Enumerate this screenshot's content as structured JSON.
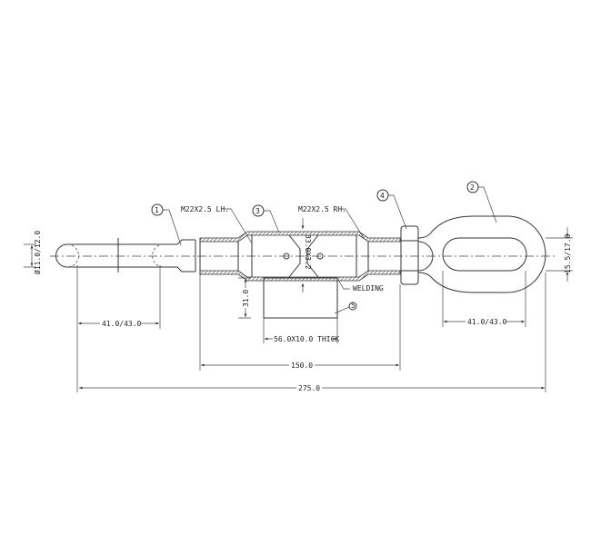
{
  "callouts": {
    "part1": "1",
    "part2": "2",
    "part3": "3",
    "part4": "4",
    "part5": "5"
  },
  "labels": {
    "thread_left": "M22X2.5 LH.",
    "thread_right": "M22X2.5 RH.",
    "welding": "WELDING",
    "body_section": "33.0X3.2",
    "plate": "56.0X10.0 THICK"
  },
  "dimensions": {
    "rod_diameter": "Ø11.0/12.0",
    "left_eye_length": "41.0/43.0",
    "right_eye_length": "41.0/43.0",
    "eye_width": "15.5/17.0",
    "plate_height": "31.0",
    "body_length": "150.0",
    "overall_length": "275.0"
  }
}
